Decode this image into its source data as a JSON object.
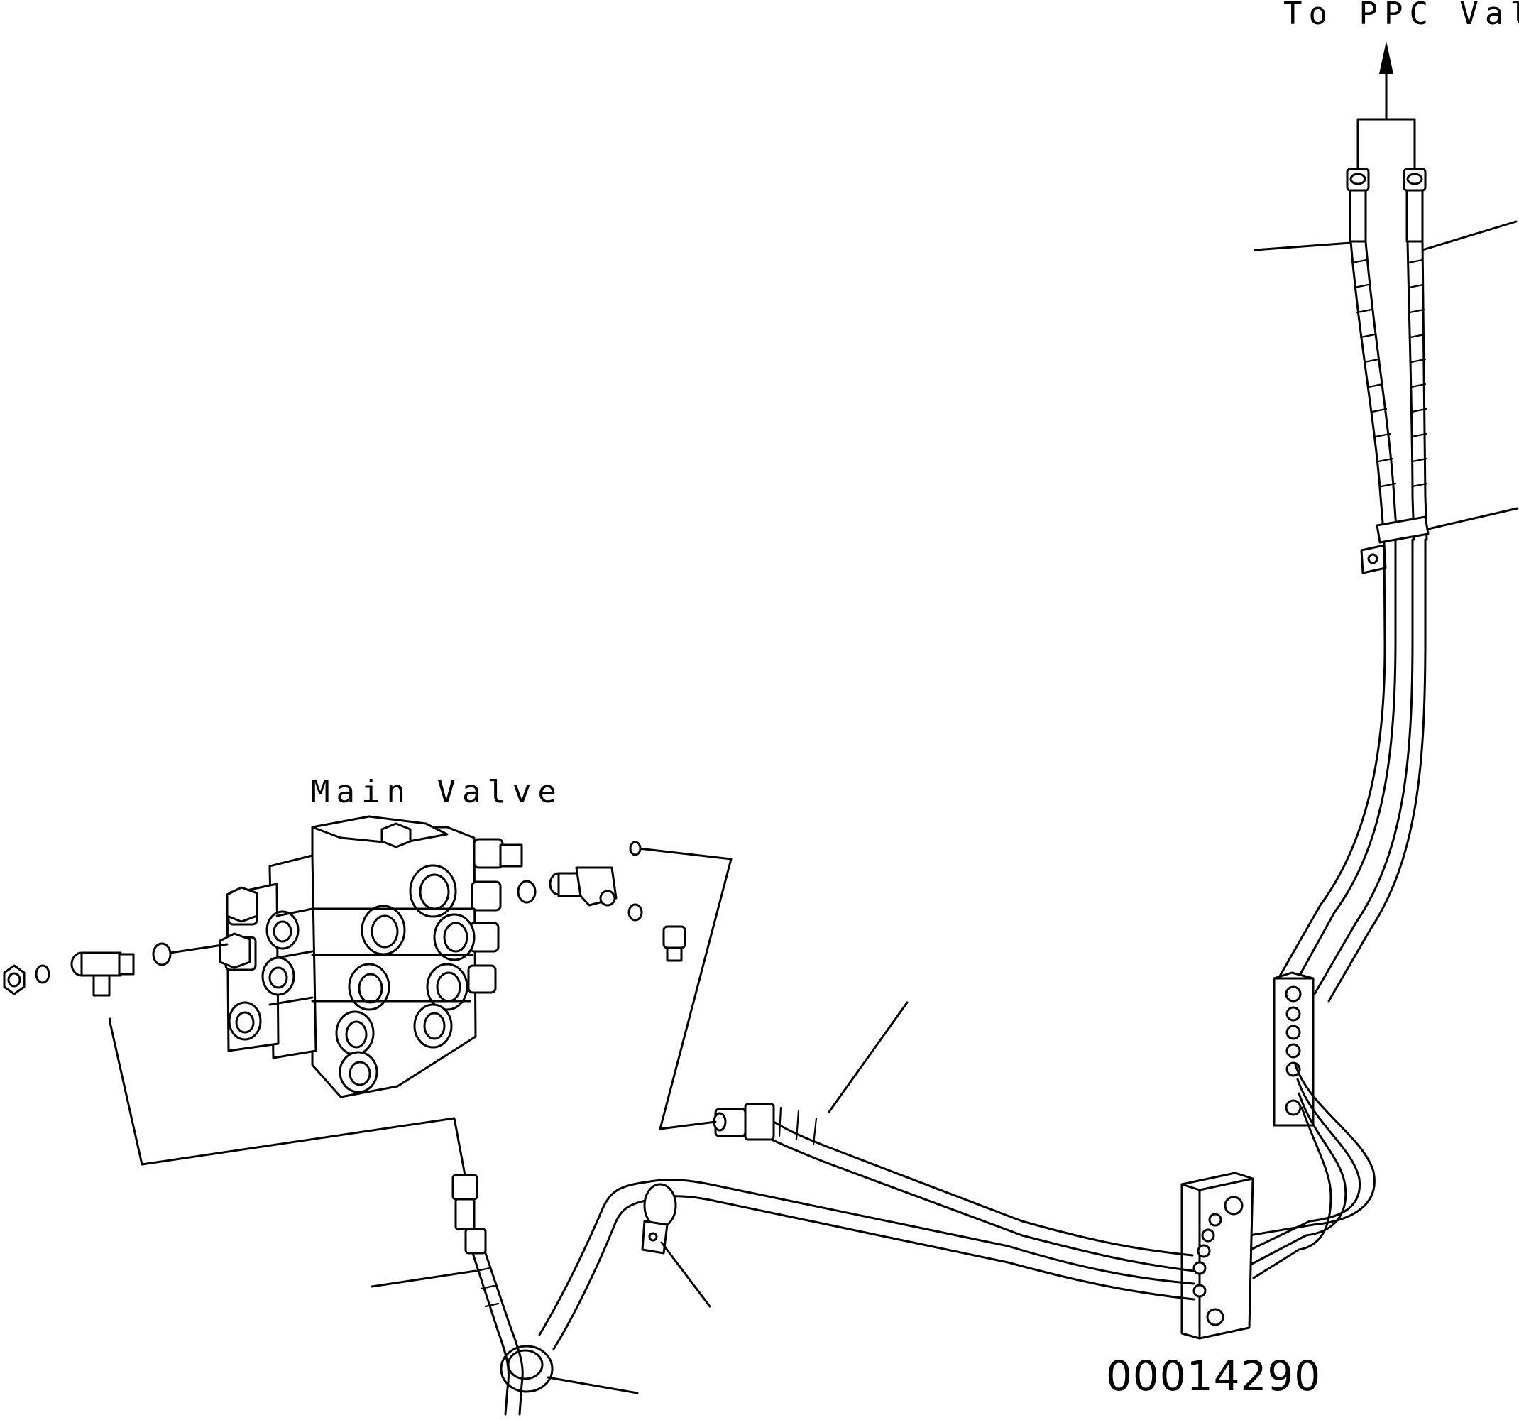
{
  "labels": {
    "to_ppc_valve": "To PPC Valve",
    "main_valve": "Main Valve",
    "drawing_number": "00014290"
  }
}
